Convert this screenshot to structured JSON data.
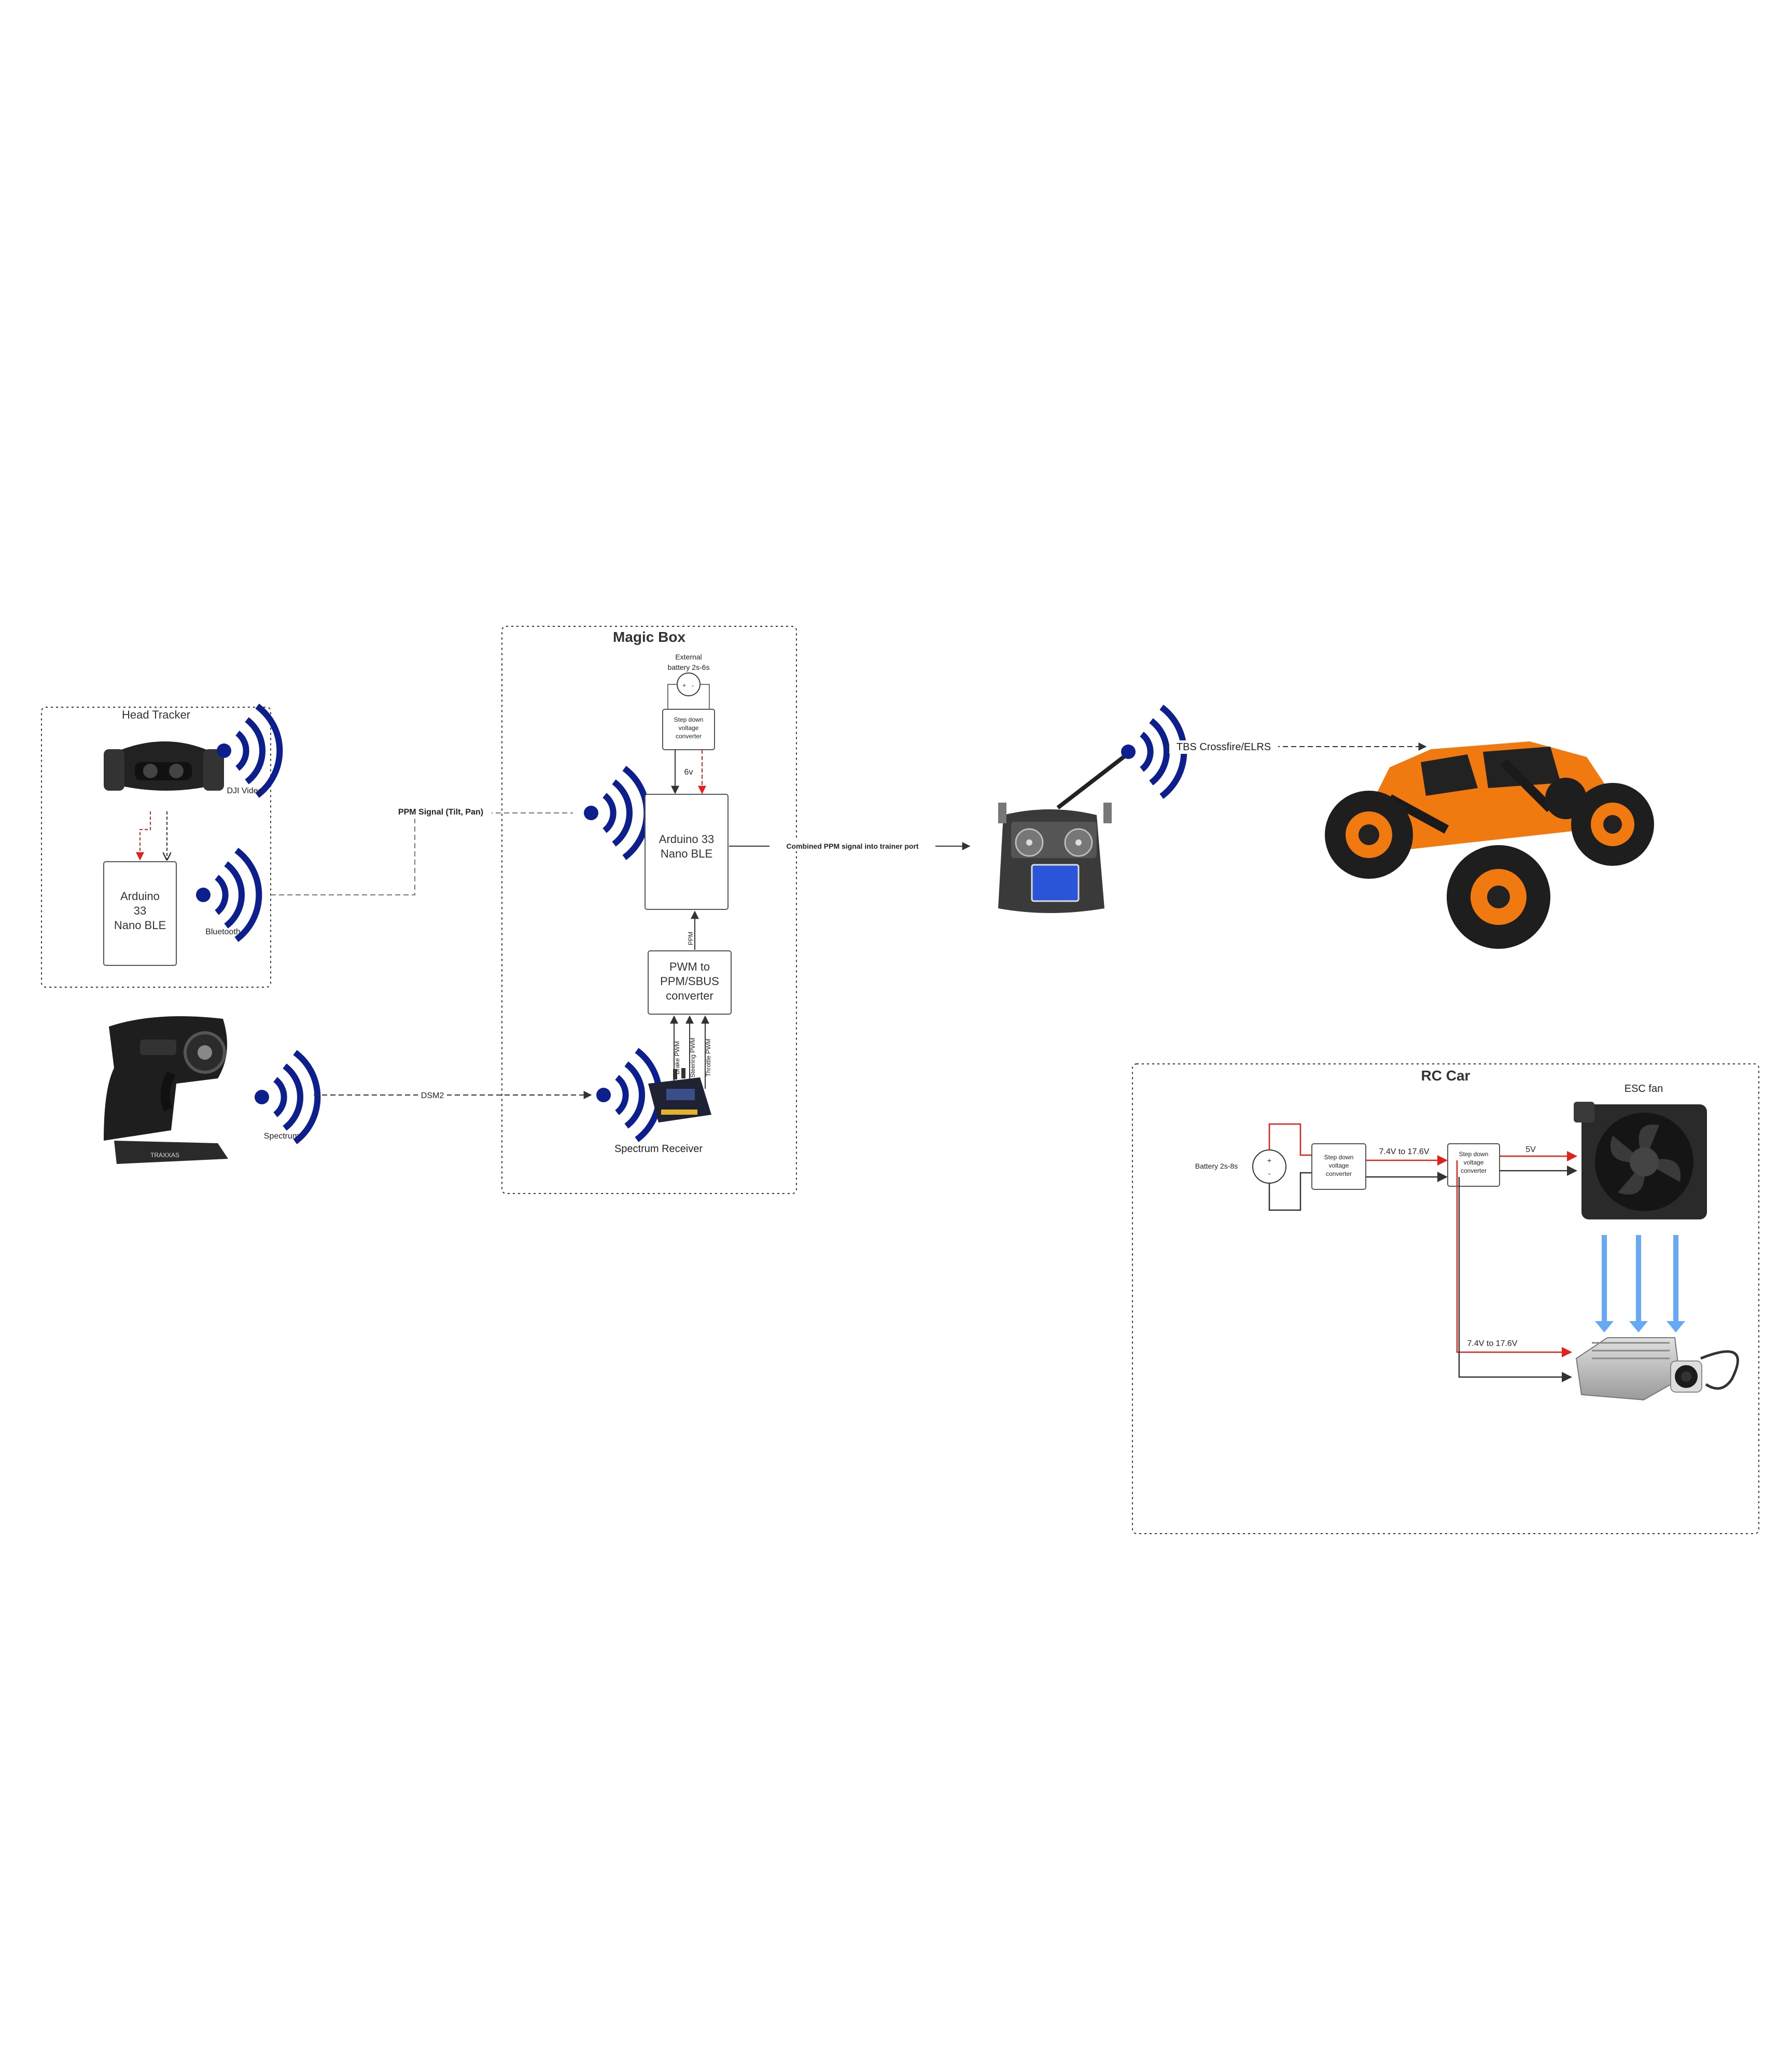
{
  "colors": {
    "wifi": "#0d1f8c",
    "red_wire": "#e0211c",
    "black_wire": "#333333",
    "airflow_arrow": "#66aaf5",
    "car_orange": "#f07a10",
    "dash_border": "#333333"
  },
  "head_tracker": {
    "title": "Head Tracker",
    "arduino_label": [
      "Arduino",
      "33",
      "Nano BLE"
    ],
    "dji_video_label": "DJI Video",
    "bluetooth_label": "Bluetooth",
    "goggles_icon": "fpv-goggles-icon"
  },
  "transmitter": {
    "spectrum_label": "Spectrum",
    "icon": "pistol-grip-transmitter-icon"
  },
  "links": {
    "ppm_signal": "PPM Signal (Tilt, Pan)",
    "dsm2": "DSM2",
    "combined_ppm": "Combined PPM signal into trainer port",
    "tbs": "TBS Crossfire/ELRS"
  },
  "magic_box": {
    "title": "Magic Box",
    "battery_label": [
      "External",
      "battery 2s-6s"
    ],
    "step_down_label": [
      "Step down",
      "voltage",
      "converter"
    ],
    "six_v": "6v",
    "arduino_label": [
      "Arduino 33",
      "Nano BLE"
    ],
    "ppm_wire": "PPM",
    "pwm_converter_label": [
      "PWM to",
      "PPM/SBUS",
      "converter"
    ],
    "pwm_wires": [
      "Brake PWM",
      "Steering PWM",
      "Throttle PWM"
    ],
    "receiver_label": "Spectrum Receiver"
  },
  "radio": {
    "icon": "radio-transmitter-icon"
  },
  "car": {
    "icon": "monster-truck-icon"
  },
  "rc_car": {
    "title": "RC Car",
    "esc_fan_label": "ESC fan",
    "battery_label": "Battery 2s-8s",
    "plus": "+",
    "minus": "-",
    "step_down1_label": [
      "Step down",
      "voltage",
      "converter"
    ],
    "step_down2_label": [
      "Step down",
      "voltage",
      "converter"
    ],
    "voltage_top": "7.4V to 17.6V",
    "five_v": "5V",
    "voltage_bottom": "7.4V to 17.6V",
    "fan_icon": "cooling-fan-icon",
    "air_unit_icon": "dji-air-unit-icon"
  }
}
